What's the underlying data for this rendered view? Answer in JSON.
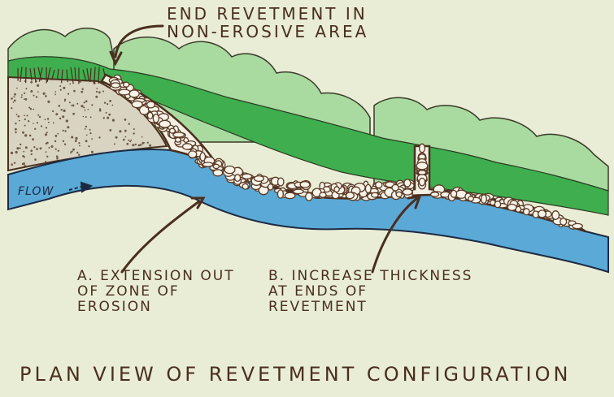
{
  "labels": {
    "top": "END REVETMENT IN\nNON-EROSIVE AREA",
    "a": "A. EXTENSION OUT\n   OF ZONE OF\n   EROSION",
    "b": "B. INCREASE THICKNESS\n      AT ENDS OF\n      REVETMENT",
    "flow": "FLOW",
    "title": "PLAN VIEW OF REVETMENT CONFIGURATION"
  },
  "colors": {
    "background": "#e9edd5",
    "water": "#5aa9d6",
    "vegetation_light": "#a9dba0",
    "vegetation_dark": "#3fae4e",
    "bank_soil": "#d9d3c1",
    "revetment_stone": "#f3efe2",
    "outline": "#4a2e1e"
  }
}
